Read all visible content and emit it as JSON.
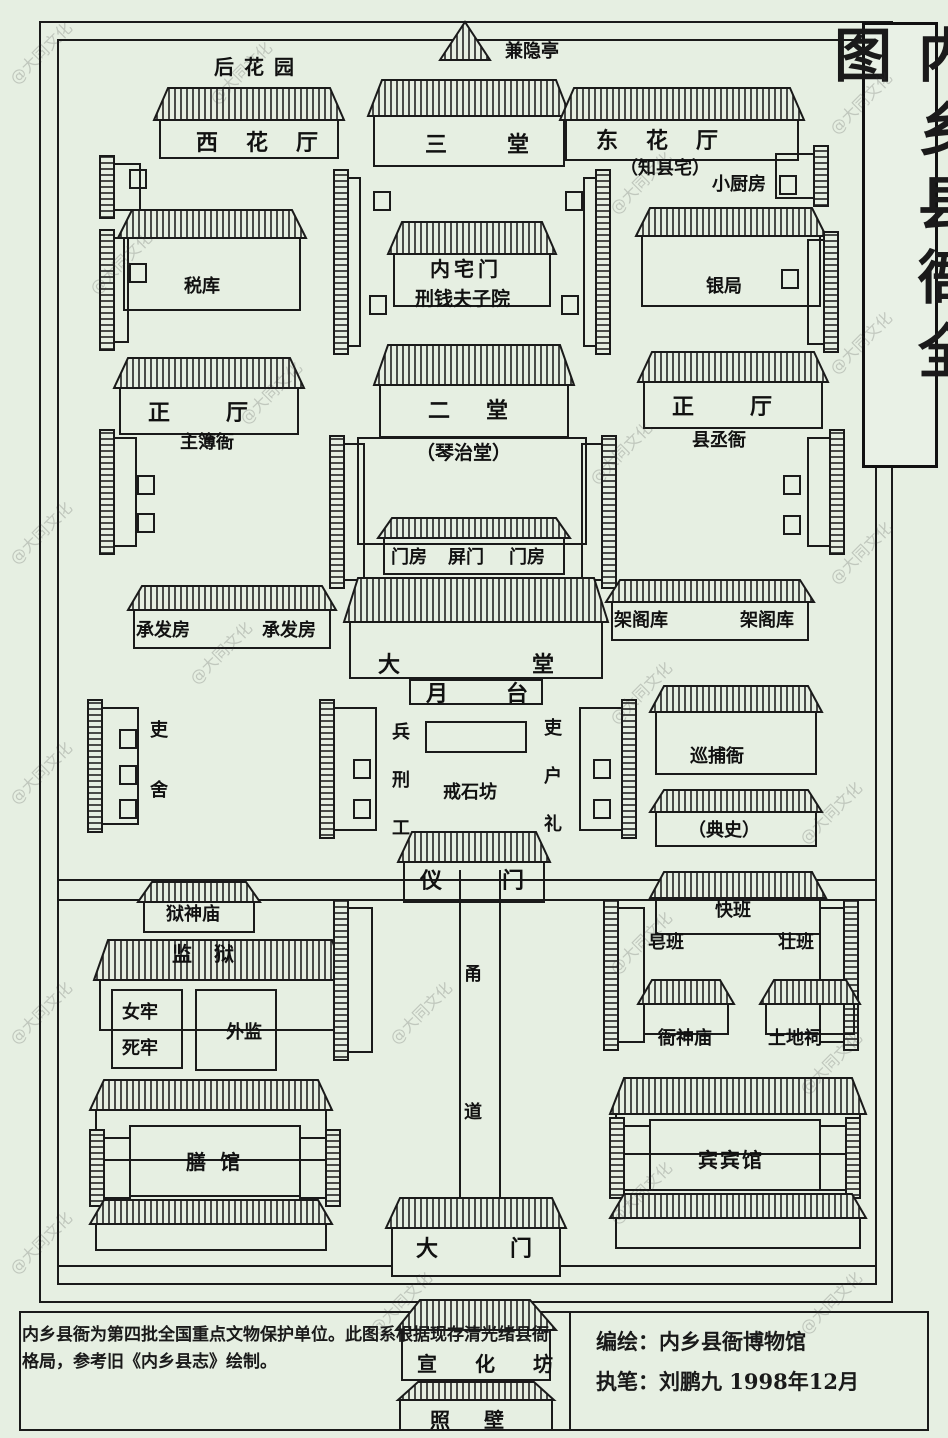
{
  "title": "内乡县衙全图",
  "labels": {
    "hou_hua_yuan": "后花园",
    "jian_yin_ting": "兼隐亭",
    "xi_hua_ting": "西花厅",
    "san_tang": "三堂",
    "dong_hua_ting": "东花厅",
    "zhi_xian_zhai": "（知县宅）",
    "xiao_chu_fang": "小厨房",
    "shui_ku": "税库",
    "nei_zhai_men": "内宅门",
    "xing_qian_fu_zi_yuan": "刑钱夫子院",
    "yin_ju": "银局",
    "zheng_ting_left": "正厅",
    "er_tang": "二堂",
    "zheng_ting_right": "正厅",
    "zhu_bu_ya": "主簿衙",
    "qin_zhi_tang": "（琴治堂）",
    "xian_cheng_ya": "县丞衙",
    "men_fang_left": "门房",
    "ping_men": "屏门",
    "men_fang_right": "门房",
    "cheng_fa_fang_1": "承发房",
    "cheng_fa_fang_2": "承发房",
    "jia_ge_ku_1": "架阁库",
    "jia_ge_ku_2": "架阁库",
    "da_tang": "大堂",
    "yue_tai": "月台",
    "li_she": "吏舍",
    "bing_xing_gong": "兵刑工",
    "jie_shi_fang": "戒石坊",
    "li_hu_li": "吏户礼",
    "xun_bu_ya": "巡捕衙",
    "dian_shi": "（典史）",
    "yi_men": "仪门",
    "yu_shen_miao": "狱神庙",
    "kuai_ban": "快班",
    "jian_yu": "监狱",
    "zao_ban": "皂班",
    "zhuang_ban": "壮班",
    "nv_lao": "女牢",
    "si_lao": "死牢",
    "wai_jian": "外监",
    "yong_dao": "甬道",
    "ya_shen_miao": "衙神庙",
    "tu_di_ci": "土地祠",
    "shan_guan": "膳馆",
    "bin_guan": "宾宾馆",
    "da_men": "大门",
    "xuan_hua_fang": "宣化坊",
    "zhao_bi": "照壁"
  },
  "note": "内乡县衙为第四批全国重点文物保护单位。此图系根据现存清光绪县衙格局，参考旧《内乡县志》绘制。",
  "credit": {
    "drawn_by": "编绘：内乡县衙博物馆",
    "author": "执笔：刘鹏九 1998年12月"
  },
  "watermark": "@大同文化",
  "colors": {
    "paper": "#e6efe2",
    "ink": "#1a1a1a"
  }
}
